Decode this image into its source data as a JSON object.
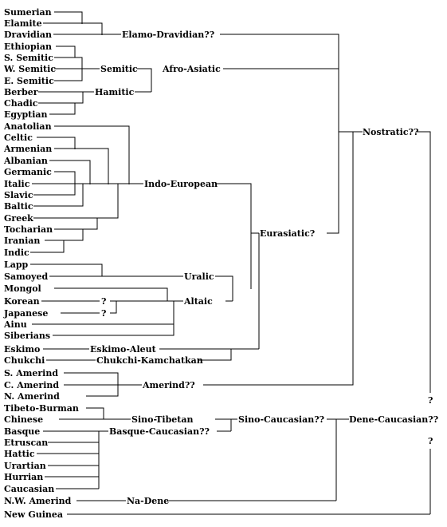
{
  "languages": {
    "sumerian": "Sumerian",
    "elamite": "Elamite",
    "dravidian": "Dravidian",
    "ethiopian": "Ethiopian",
    "s_semitic": "S. Semitic",
    "w_semitic": "W. Semitic",
    "e_semitic": "E. Semitic",
    "berber": "Berber",
    "chadic": "Chadic",
    "egyptian": "Egyptian",
    "anatolian": "Anatolian",
    "celtic": "Celtic",
    "armenian": "Armenian",
    "albanian": "Albanian",
    "germanic": "Germanic",
    "italic": "Italic",
    "slavic": "Slavic",
    "baltic": "Baltic",
    "greek": "Greek",
    "tocharian": "Tocharian",
    "iranian": "Iranian",
    "indic": "Indic",
    "lapp": "Lapp",
    "samoyed": "Samoyed",
    "mongol": "Mongol",
    "korean": "Korean",
    "japanese": "Japanese",
    "ainu": "Ainu",
    "siberians": "Siberians",
    "eskimo": "Eskimo",
    "chukchi": "Chukchi",
    "s_amerind": "S. Amerind",
    "c_amerind": "C. Amerind",
    "n_amerind": "N. Amerind",
    "tibeto_burman": "Tibeto-Burman",
    "chinese": "Chinese",
    "basque": "Basque",
    "etruscan": "Etruscan",
    "hattic": "Hattic",
    "urartian": "Urartian",
    "hurrian": "Hurrian",
    "caucasian": "Caucasian",
    "nw_amerind": "N.W. Amerind",
    "new_guinea": "New Guinea"
  },
  "groups": {
    "elamo_dravidian": "Elamo-Dravidian??",
    "semitic": "Semitic",
    "afro_asiatic": "Afro-Asiatic",
    "hamitic": "Hamitic",
    "indo_european": "Indo-European",
    "uralic": "Uralic",
    "altaic": "Altaic",
    "korean_q": "?",
    "japanese_q": "?",
    "eskimo_aleut": "Eskimo-Aleut",
    "chukchi_kamchatkan": "Chukchi-Kamchatkan",
    "amerind": "Amerind??",
    "sino_tibetan": "Sino-Tibetan",
    "basque_caucasian": "Basque-Caucasian??",
    "sino_caucasian": "Sino-Caucasian??",
    "na_dene": "Na-Dene",
    "eurasiatic": "Eurasiatic?",
    "nostratic": "Nostratic??",
    "dene_caucasian": "Dene-Caucasian??",
    "q_upper": "?",
    "q_lower": "?"
  }
}
